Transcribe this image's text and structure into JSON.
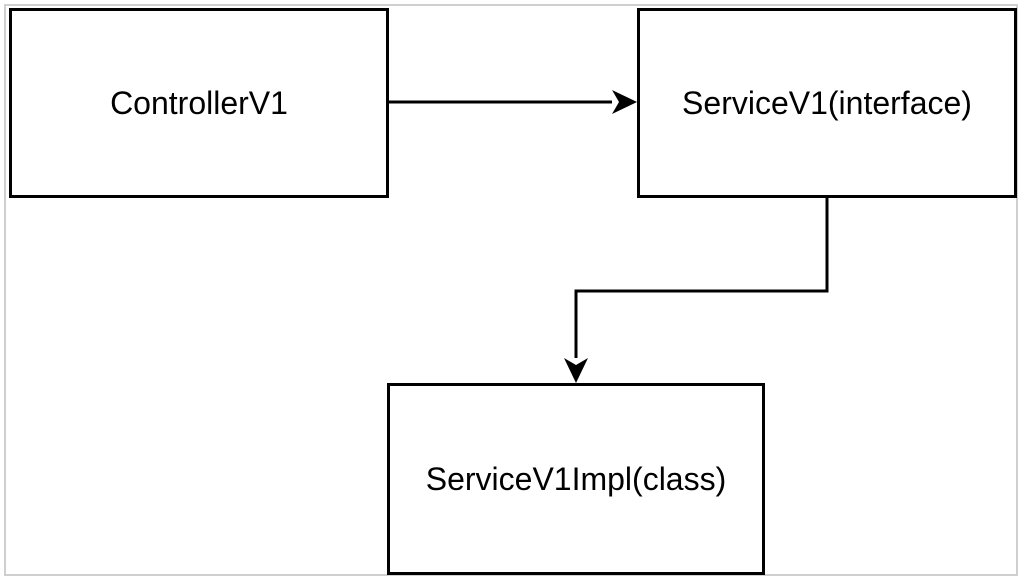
{
  "diagram": {
    "nodes": [
      {
        "id": "controller",
        "label": "ControllerV1"
      },
      {
        "id": "service",
        "label": "ServiceV1(interface)"
      },
      {
        "id": "impl",
        "label": "ServiceV1Impl(class)"
      }
    ],
    "edges": [
      {
        "from": "controller",
        "to": "service"
      },
      {
        "from": "service",
        "to": "impl"
      }
    ],
    "colors": {
      "stroke": "#000000",
      "background": "#ffffff",
      "frame": "#cfcfcf"
    }
  }
}
